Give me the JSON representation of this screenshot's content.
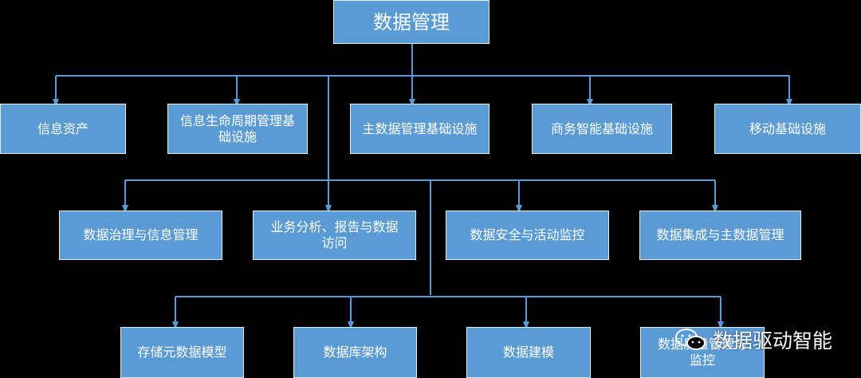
{
  "root": {
    "label": "数据管理"
  },
  "level1": [
    {
      "label": "信息资产"
    },
    {
      "label": "信息生命周期管理基础设施"
    },
    {
      "label": "主数据管理基础设施"
    },
    {
      "label": "商务智能基础设施"
    },
    {
      "label": "移动基础设施"
    }
  ],
  "level2": [
    {
      "label": "数据治理与信息管理"
    },
    {
      "label": "业务分析、报告与数据访问"
    },
    {
      "label": "数据安全与活动监控"
    },
    {
      "label": "数据集成与主数据管理"
    }
  ],
  "level3": [
    {
      "label": "存储元数据模型"
    },
    {
      "label": "数据库架构"
    },
    {
      "label": "数据建模"
    },
    {
      "label": "数据质量管理与监控"
    }
  ],
  "watermark": {
    "text": "数据驱动智能",
    "icon": "wechat-icon"
  },
  "colors": {
    "node_fill": "#5b9bd5",
    "connector": "#5b9bd5",
    "background": "#000000"
  }
}
